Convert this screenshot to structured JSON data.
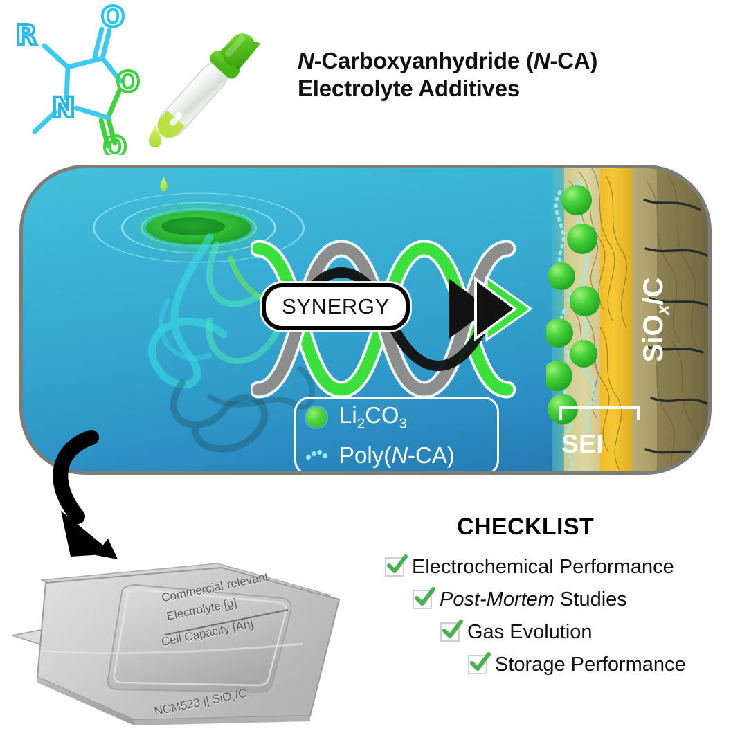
{
  "title": {
    "line1_pre": "N",
    "line1_rest": "-Carboxyanhydride (",
    "line1_n2": "N",
    "line1_tail": "-CA)",
    "line2": "Electrolyte Additives",
    "full": "N-Carboxyanhydride (N-CA) Electrolyte Additives"
  },
  "molecule": {
    "name": "N-carboxyanhydride",
    "atoms": [
      {
        "label": "R",
        "color": "#29b6e8"
      },
      {
        "label": "O",
        "color": "#29c6ee"
      },
      {
        "label": "O",
        "color": "#3fd23f"
      },
      {
        "label": "O",
        "color": "#3fd23f"
      },
      {
        "label": "N",
        "color": "#29b6e8"
      }
    ],
    "bond_colors": {
      "cyan": "#3fc9f0",
      "green": "#3fd23f"
    }
  },
  "dropper": {
    "name": "eyedropper",
    "bulb_color": "#4cbf1e",
    "liquid_color": "#b5e234",
    "droplet_color": "#b8e33a"
  },
  "cell": {
    "electrolyte_top_color": "#45c0da",
    "electrolyte_bottom_color": "#2273ac",
    "border_color": "#7c7c78",
    "synergy_label": "SYNERGY",
    "splash_color": "#2fbb36"
  },
  "legend": {
    "items": [
      {
        "icon": "green-sphere",
        "label_pre": "Li",
        "label_sub1": "2",
        "label_mid": "CO",
        "label_sub2": "3",
        "full": "Li2CO3",
        "color": "#49d23c"
      },
      {
        "icon": "cyan-bead-chain",
        "label_pre": "Poly(",
        "label_ital": "N",
        "label_tail": "-CA)",
        "full": "Poly(N-CA)",
        "color": "#9fe9ee"
      }
    ]
  },
  "electrode": {
    "sei_label": "SEI",
    "anode_pre": "SiO",
    "anode_sub": "x",
    "anode_tail": "/C",
    "anode_full": "SiOx/C",
    "sei_pale_color": "#ded6a2",
    "sei_gold_color": "#f5c933",
    "anode_color": "#8b8050"
  },
  "pouch_cell": {
    "line1": "Commercial-relevant",
    "line2": "Electrolyte [g]",
    "line3": "Cell Capacity [Ah]",
    "line4_pre": "NCM523 || SiO",
    "line4_sub": "x",
    "line4_tail": "/C",
    "line4_full": "NCM523 || SiOx/C",
    "body_color": "#c9c9c9",
    "tab_positive_color": "#e0a04a",
    "tab_negative_color": "#cfcfcf"
  },
  "checklist": {
    "heading": "CHECKLIST",
    "check_color": "#4caf50",
    "items": [
      {
        "label": "Electrochemical Performance",
        "checked": true,
        "indent": 0,
        "italic": false
      },
      {
        "label": "Post-Mortem Studies",
        "checked": true,
        "indent": 40,
        "italic": true,
        "italic_part": "Post-Mortem",
        "plain_part": " Studies"
      },
      {
        "label": "Gas Evolution",
        "checked": true,
        "indent": 80,
        "italic": false
      },
      {
        "label": "Storage Performance",
        "checked": true,
        "indent": 120,
        "italic": false
      }
    ]
  }
}
